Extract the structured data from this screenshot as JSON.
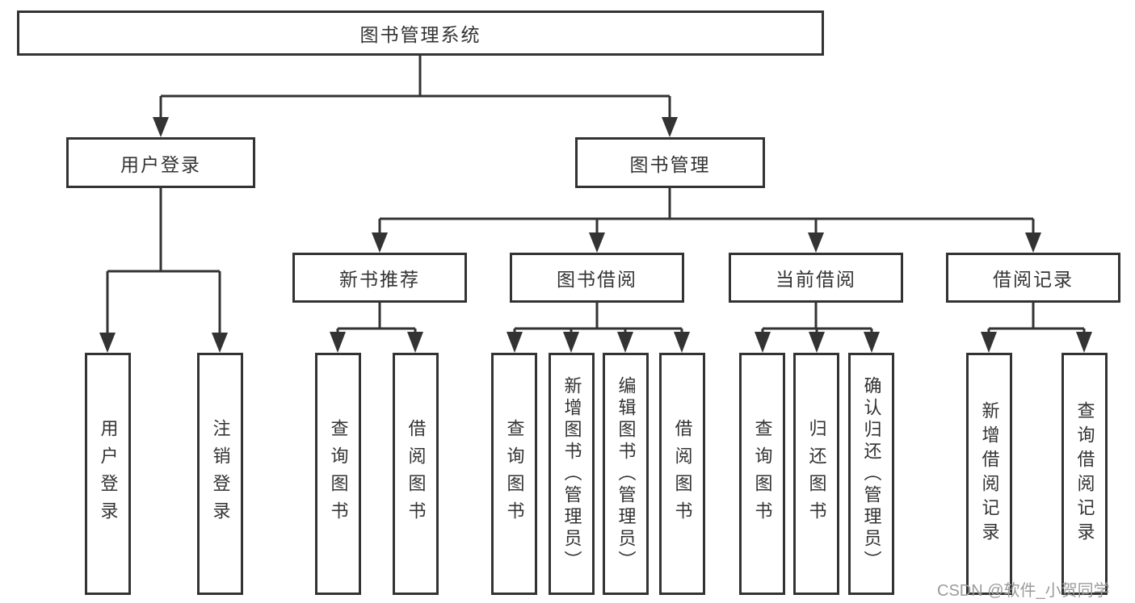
{
  "diagram": {
    "type": "hierarchy-tree",
    "root": {
      "label": "图书管理系统"
    },
    "branches": [
      {
        "label": "用户登录",
        "children": [
          {
            "label": "用户登录"
          },
          {
            "label": "注销登录"
          }
        ]
      },
      {
        "label": "图书管理",
        "children": [
          {
            "label": "新书推荐",
            "children": [
              {
                "label": "查询图书"
              },
              {
                "label": "借阅图书"
              }
            ]
          },
          {
            "label": "图书借阅",
            "children": [
              {
                "label": "查询图书"
              },
              {
                "label": "新增图书（管理员）"
              },
              {
                "label": "编辑图书（管理员）"
              },
              {
                "label": "借阅图书"
              }
            ]
          },
          {
            "label": "当前借阅",
            "children": [
              {
                "label": "查询图书"
              },
              {
                "label": "归还图书"
              },
              {
                "label": "确认归还（管理员）"
              }
            ]
          },
          {
            "label": "借阅记录",
            "children": [
              {
                "label": "新增借阅记录"
              },
              {
                "label": "查询借阅记录"
              }
            ]
          }
        ]
      }
    ]
  },
  "watermark": "CSDN @软件_小贺同学",
  "colors": {
    "line": "#333333",
    "box_border": "#333333",
    "box_background": "#ffffff",
    "text": "#333333",
    "watermark": "#9b9b9b",
    "page_background": "#ffffff"
  }
}
